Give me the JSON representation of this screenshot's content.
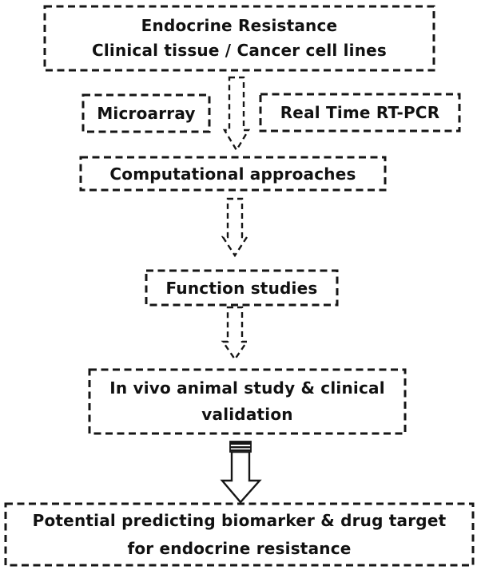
{
  "figure": {
    "type": "flowchart",
    "background_color": "#ffffff",
    "stroke_color": "#161616",
    "text_color": "#111111"
  },
  "boxes": {
    "source": {
      "line1": "Endocrine Resistance",
      "line2": "Clinical tissue / Cancer cell lines"
    },
    "microarray": {
      "label": "Microarray"
    },
    "rt_pcr": {
      "label": "Real Time RT-PCR"
    },
    "computational": {
      "label": "Computational approaches"
    },
    "function_studies": {
      "label": "Function studies"
    },
    "in_vivo": {
      "line1": "In vivo animal study & clinical",
      "line2": "validation"
    },
    "outcome": {
      "line1": "Potential predicting biomarker & drug target",
      "line2": "for endocrine resistance"
    }
  },
  "connectors": [
    {
      "from": "source",
      "to": "computational",
      "style": "dashed-outline-down-arrow"
    },
    {
      "from": "computational",
      "to": "function_studies",
      "style": "dashed-outline-down-arrow"
    },
    {
      "from": "function_studies",
      "to": "in_vivo",
      "style": "dashed-outline-down-arrow"
    },
    {
      "from": "in_vivo",
      "to": "outcome",
      "style": "solid-outline-down-arrow-striped-cap"
    }
  ]
}
